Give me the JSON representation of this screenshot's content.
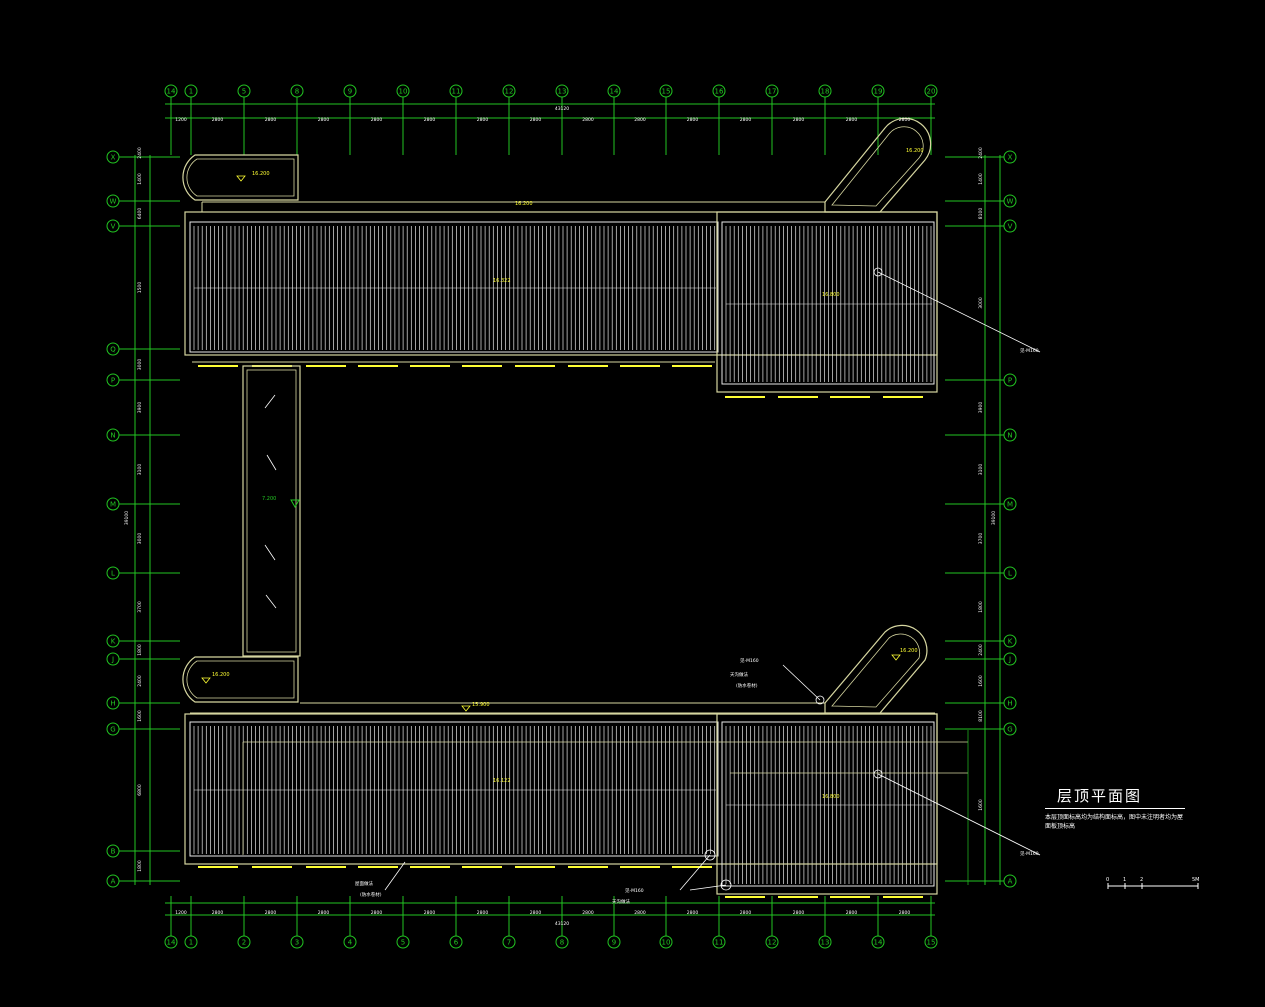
{
  "title": "层顶平面图",
  "note": "本层顶面标高均为结构面标高，图中未注明者均为屋面板顶标高",
  "colors": {
    "axis": "#22c522",
    "wall": "#d6d6a0",
    "roof_line": "#e8e8e8",
    "label": "#ffffff",
    "elevation": "#ffff33"
  },
  "top_axes": [
    "14",
    "1",
    "5",
    "8",
    "9",
    "10",
    "11",
    "12",
    "13",
    "14",
    "15",
    "16",
    "17",
    "18",
    "19",
    "20"
  ],
  "bottom_axes": [
    "14",
    "1",
    "2",
    "3",
    "4",
    "5",
    "6",
    "7",
    "8",
    "9",
    "10",
    "11",
    "12",
    "13",
    "14",
    "15"
  ],
  "left_axes": [
    "X",
    "W",
    "V",
    "Q",
    "P",
    "N",
    "M",
    "L",
    "K",
    "J",
    "H",
    "G",
    "B",
    "A"
  ],
  "right_axes": [
    "X",
    "W",
    "V",
    "P",
    "N",
    "M",
    "L",
    "K",
    "J",
    "H",
    "G",
    "A"
  ],
  "top_dims": [
    "1200",
    "2800",
    "2800",
    "2800",
    "2800",
    "2800",
    "2800",
    "2800",
    "2800",
    "2800",
    "2800",
    "2800",
    "2800",
    "2800",
    "2800"
  ],
  "top_total": "43120",
  "bottom_dims": [
    "1200",
    "2800",
    "2800",
    "2800",
    "2800",
    "2800",
    "2800",
    "2800",
    "2800",
    "2800",
    "2800",
    "2800",
    "2800",
    "2800",
    "2800"
  ],
  "bottom_total": "43120",
  "left_dims": [
    "2400",
    "1400",
    "6400",
    "1500",
    "3000",
    "3900",
    "3100",
    "3000",
    "3700",
    "1800",
    "2400",
    "1600",
    "6800",
    "1800"
  ],
  "left_total": "39100",
  "right_dims": [
    "2400",
    "1400",
    "8100",
    "3000",
    "3900",
    "3100",
    "3700",
    "1800",
    "2400",
    "1600",
    "8100",
    "1600"
  ],
  "right_total": "39100",
  "elevations": {
    "top_left_pod": "16.200",
    "top_right_pod": "16.200",
    "top_walkway": "16.200",
    "top_roof_left": "16.322",
    "top_roof_right": "16.800",
    "left_corridor": "7.200",
    "bottom_left_pod": "16.200",
    "bottom_right_pod": "16.200",
    "bottom_walkway": "15.900",
    "bottom_roof_left": "16.122",
    "bottom_roof_right": "16.800"
  },
  "callouts": {
    "top_right": "见-M160",
    "bottom_right": "见-M160",
    "mid_right_a": "见-M160",
    "mid_right_b": "天沟做法",
    "mid_right_c": "(防水卷材)",
    "bottom_mid_a": "见-M160",
    "bottom_mid_b": "天沟做法",
    "bottom_left_a": "屋面做法",
    "bottom_left_b": "(防水卷材)"
  },
  "scale_bar": [
    "0",
    "1",
    "2",
    "5M"
  ]
}
